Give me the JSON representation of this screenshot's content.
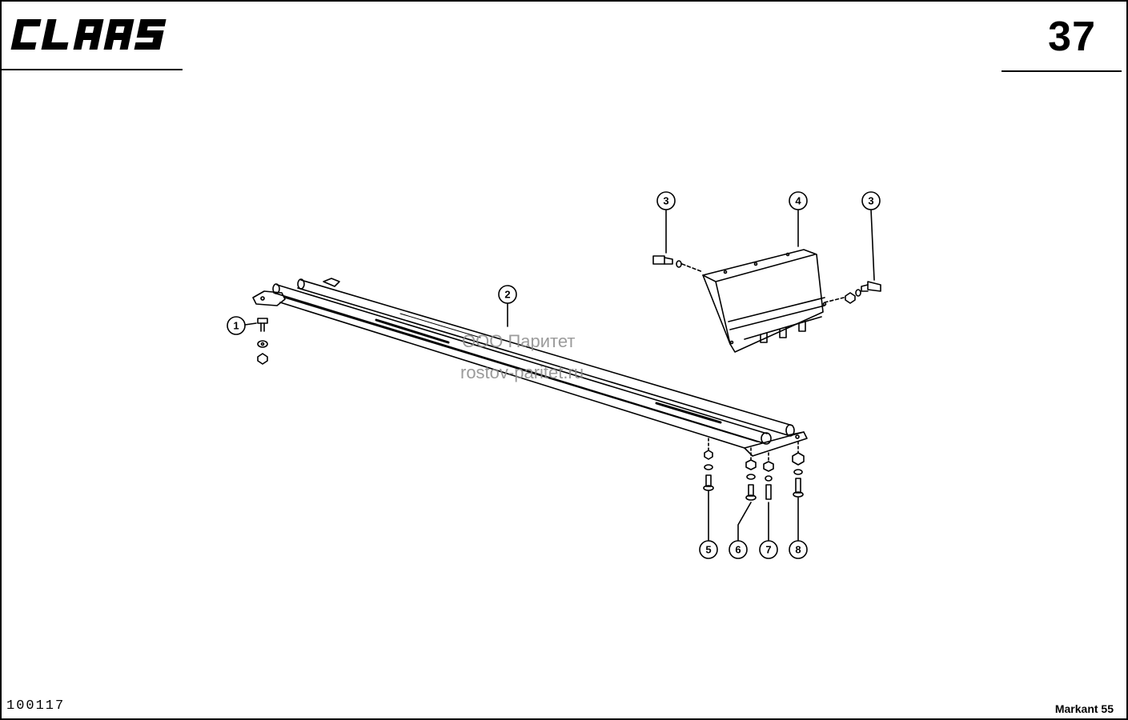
{
  "header": {
    "brand": "CLAAS",
    "page_number": "37"
  },
  "footer": {
    "document_id": "100117",
    "model": "Markant 55"
  },
  "watermark": {
    "line1": "ООО Паритет",
    "line2": "rostov-paritet.ru"
  },
  "callouts": [
    "1",
    "2",
    "3",
    "3",
    "4",
    "5",
    "6",
    "7",
    "8"
  ]
}
